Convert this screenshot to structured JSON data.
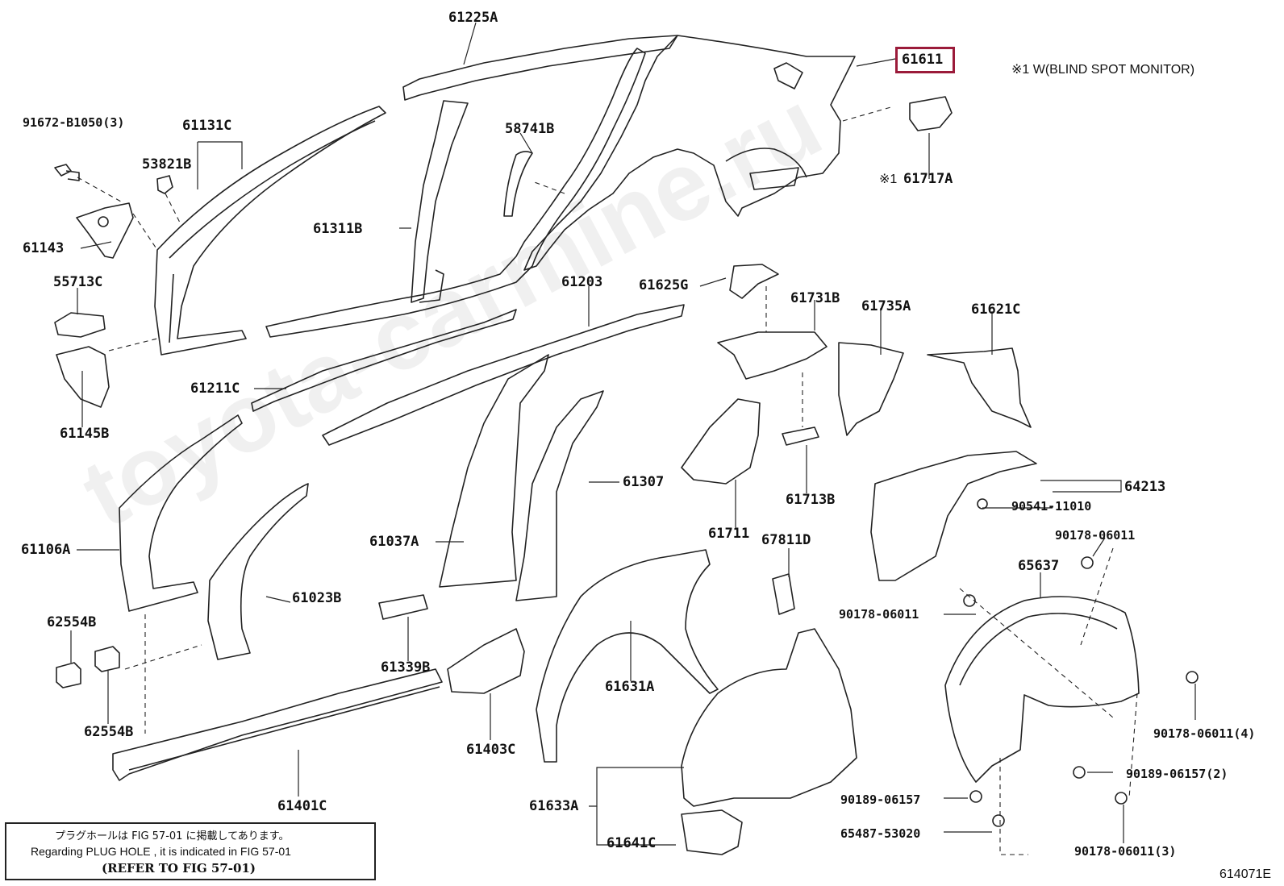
{
  "labels": {
    "p61225A": "61225A",
    "p61611": "61611",
    "p91672": "91672-B1050(3)",
    "p61131C": "61131C",
    "p58741B": "58741B",
    "p53821B": "53821B",
    "p61311B": "61311B",
    "p61143": "61143",
    "p55713C": "55713C",
    "p61145B": "61145B",
    "p61203": "61203",
    "p61625G": "61625G",
    "p61731B": "61731B",
    "p61735A": "61735A",
    "p61621C": "61621C",
    "p61211C": "61211C",
    "p61307": "61307",
    "p61106A": "61106A",
    "p61037A": "61037A",
    "p61711": "61711",
    "p61713B": "61713B",
    "p67811D": "67811D",
    "p64213": "64213",
    "p90541": "90541-11010",
    "p90178a": "90178-06011",
    "p65637": "65637",
    "p61023B": "61023B",
    "p62554Ba": "62554B",
    "p61339B": "61339B",
    "p90178b": "90178-06011",
    "p61631A": "61631A",
    "p62554Bb": "62554B",
    "p90178c": "90178-06011(4)",
    "p61403C": "61403C",
    "p90189a": "90189-06157(2)",
    "p61401C": "61401C",
    "p61633A": "61633A",
    "p90189b": "90189-06157",
    "p65487": "65487-53020",
    "p61641C": "61641C",
    "p90178d": "90178-06011(3)",
    "p61717A": "61717A"
  },
  "notes": {
    "bsm": "※1 W(BLIND SPOT MONITOR)",
    "marker": "※1"
  },
  "reference": {
    "jp": "プラグホールは FIG 57-01 に掲載してあります。",
    "en": "Regarding  PLUG  HOLE , it is indicated in  FIG  57-01",
    "refer": "(REFER TO FIG 57-01)"
  },
  "figure_id": "614071E",
  "watermark": "toyota-carmine.ru",
  "colors": {
    "highlight": "#9b1b3a",
    "line": "#222222"
  }
}
